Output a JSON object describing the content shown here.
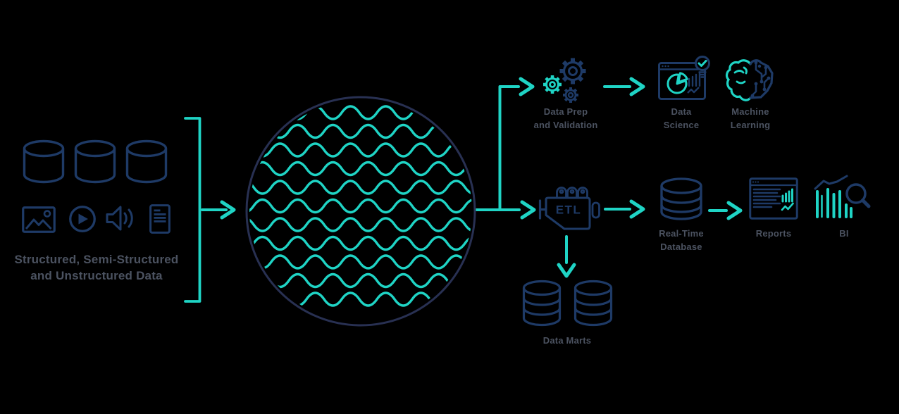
{
  "colors": {
    "background": "#000000",
    "navy": "#1E3A66",
    "navy_dark": "#283052",
    "teal": "#1FD4C5",
    "label_gray": "#4B5260"
  },
  "source": {
    "label": {
      "line1": "Structured, Semi-Structured",
      "line2": "and Unstructured Data"
    },
    "icons": [
      "database-icon",
      "database-icon",
      "database-icon",
      "image-icon",
      "video-icon",
      "audio-icon",
      "document-icon"
    ]
  },
  "lake": {
    "icon": "data-lake-waves-circle"
  },
  "branches": {
    "top": {
      "data_prep": {
        "icon": "gears-icon",
        "line1": "Data Prep",
        "line2": "and Validation"
      },
      "data_science": {
        "icon": "dashboard-pie-icon",
        "line1": "Data",
        "line2": "Science"
      },
      "machine_learning": {
        "icon": "brain-circuit-icon",
        "line1": "Machine",
        "line2": "Learning"
      }
    },
    "middle": {
      "etl": {
        "icon": "engine-icon",
        "label": "ETL"
      },
      "real_time_database": {
        "icon": "database-stack-icon",
        "line1": "Real-Time",
        "line2": "Database"
      },
      "reports": {
        "icon": "report-window-icon",
        "label": "Reports"
      },
      "bi": {
        "icon": "chart-magnifier-icon",
        "label": "BI"
      }
    },
    "bottom": {
      "data_marts": {
        "icon": "database-stack-icon",
        "label": "Data Marts"
      }
    }
  }
}
